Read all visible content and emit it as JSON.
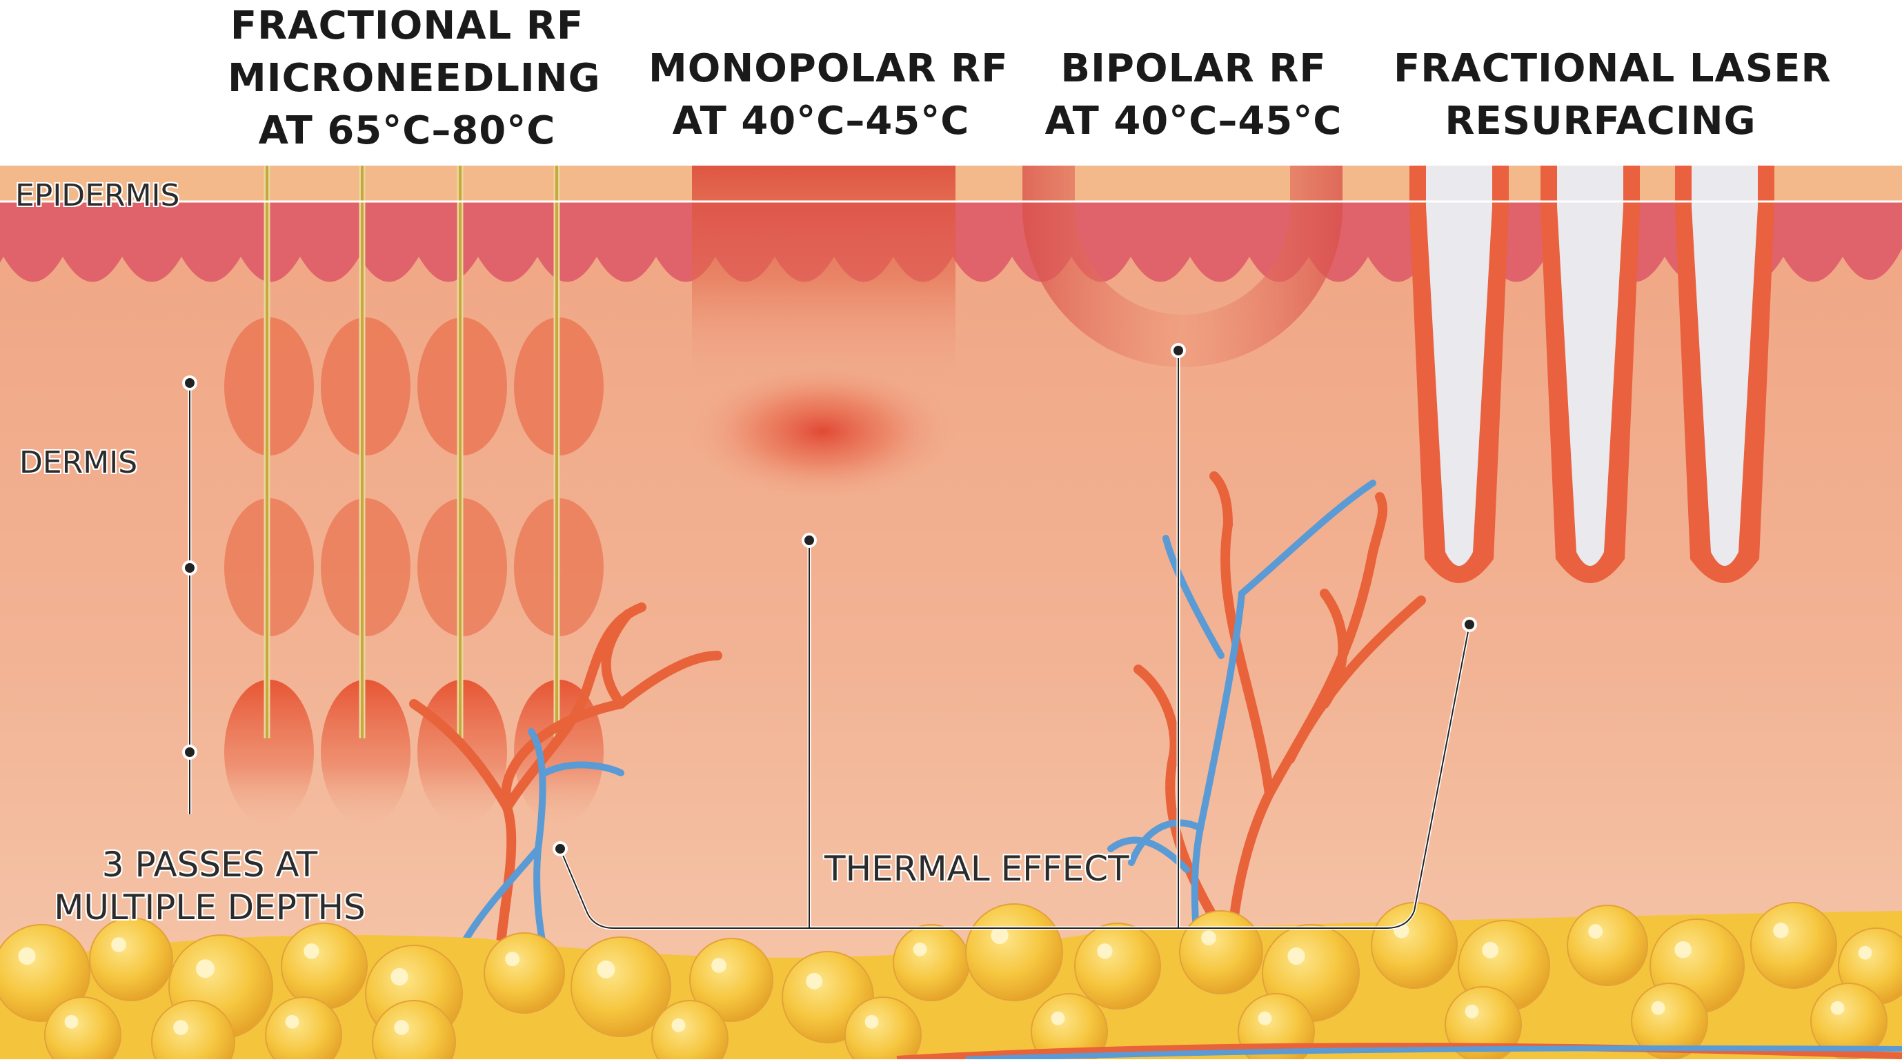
{
  "headings": {
    "fractional_rf": [
      "FRACTIONAL RF",
      "MICRONEEDLING",
      "AT 65°C–80°C"
    ],
    "monopolar_rf": [
      "MONOPOLAR RF",
      "AT 40°C–45°C"
    ],
    "bipolar_rf": [
      "BIPOLAR RF",
      "AT 40°C–45°C"
    ],
    "fractional_laser": [
      "FRACTIONAL LASER",
      "RESURFACING"
    ]
  },
  "layers": {
    "epidermis": "EPIDERMIS",
    "dermis": "DERMIS"
  },
  "annotations": {
    "passes_line1": "3 PASSES AT",
    "passes_line2": "MULTIPLE DEPTHS",
    "thermal_effect": "THERMAL EFFECT"
  },
  "colors": {
    "epidermis": "#f3b98a",
    "papillary": "#e0626a",
    "dermis": "#f2b293",
    "heat_zone": "#e9724f",
    "needle": "#c8a640",
    "artery": "#e8623a",
    "vein": "#5a9bd5",
    "fat": "#f4c53c"
  }
}
